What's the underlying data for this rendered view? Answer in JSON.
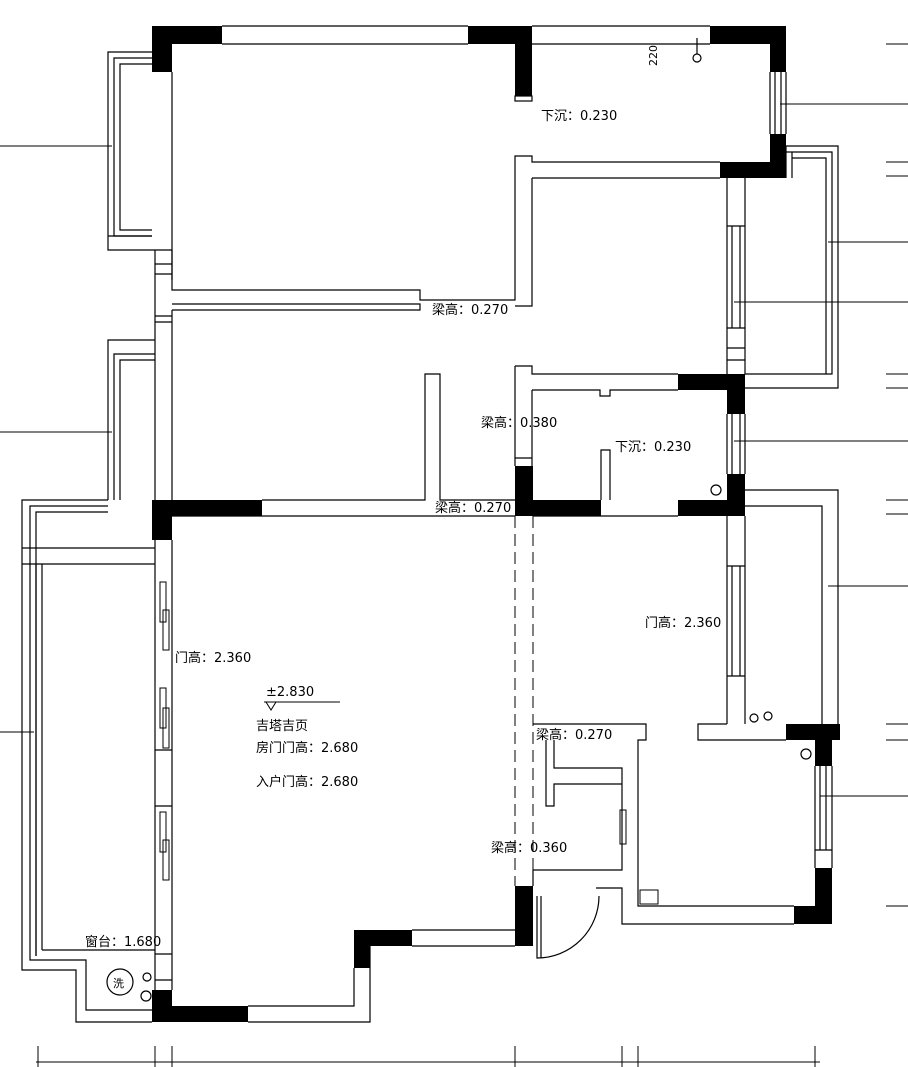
{
  "labels": {
    "sunken_1": "下沉：0.230",
    "beam_1": "梁高：0.270",
    "beam_2": "梁高：0.380",
    "sunken_2": "下沉：0.230",
    "beam_3": "梁高：0.270",
    "door_1": "门高：2.360",
    "door_2": "门高：2.360",
    "level": "±2.830",
    "note_1": "吉塔吉页",
    "note_2": "房门门高：2.680",
    "note_3": "入户门高：2.680",
    "beam_4": "梁高：0.270",
    "beam_5": "梁高：0.360",
    "bay_window": "窗台：1.680",
    "ceiling_mark": "220",
    "fixture": "洗"
  }
}
